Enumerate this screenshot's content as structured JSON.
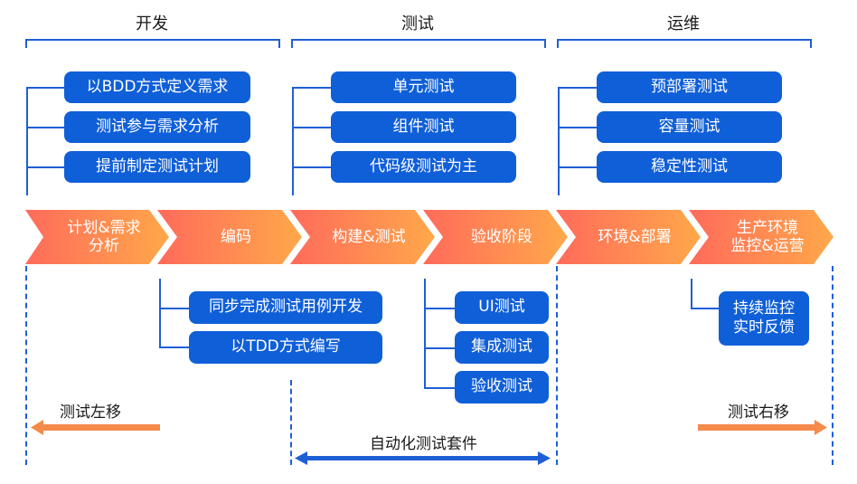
{
  "phases": [
    {
      "title": "开发",
      "boxes": [
        "以BDD方式定义需求",
        "测试参与需求分析",
        "提前制定测试计划"
      ]
    },
    {
      "title": "测试",
      "boxes": [
        "单元测试",
        "组件测试",
        "代码级测试为主"
      ]
    },
    {
      "title": "运维",
      "boxes": [
        "预部署测试",
        "容量测试",
        "稳定性测试"
      ]
    }
  ],
  "stages": [
    "计划&需求\n分析",
    "编码",
    "构建&测试",
    "验收阶段",
    "环境&部署",
    "生产环境\n监控&运营"
  ],
  "below": {
    "coding": [
      "同步完成测试用例开发",
      "以TDD方式编写"
    ],
    "acceptance": [
      "UI测试",
      "集成测试",
      "验收测试"
    ],
    "production": "持续监控\n实时反馈"
  },
  "shift_left": "测试左移",
  "shift_right": "测试右移",
  "automation": "自动化测试套件",
  "colors": {
    "blue": "#0f5fd8",
    "line": "#1f5fd6",
    "orange": "#f58a4b",
    "chevron_start": "#ff6b5b",
    "chevron_end": "#ffa84a"
  }
}
